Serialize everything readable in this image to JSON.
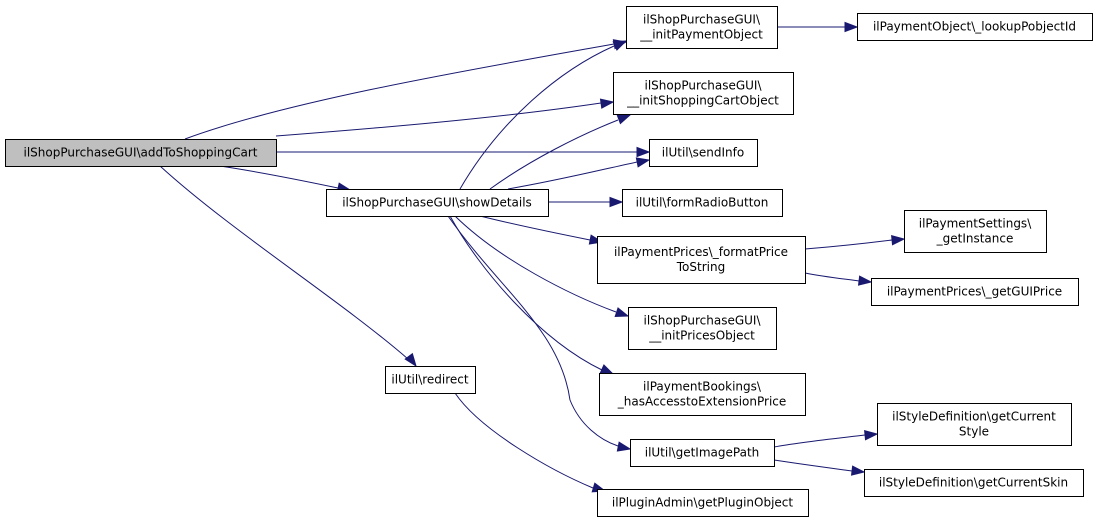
{
  "diagram": {
    "nodes": [
      {
        "id": "n0",
        "lines": [
          "ilShopPurchaseGUI\\addToShoppingCart"
        ]
      },
      {
        "id": "n1",
        "lines": [
          "ilShopPurchaseGUI\\",
          "__initPaymentObject"
        ]
      },
      {
        "id": "n2",
        "lines": [
          "ilPaymentObject\\_lookupPobjectId"
        ]
      },
      {
        "id": "n3",
        "lines": [
          "ilShopPurchaseGUI\\",
          "__initShoppingCartObject"
        ]
      },
      {
        "id": "n4",
        "lines": [
          "ilUtil\\sendInfo"
        ]
      },
      {
        "id": "n5",
        "lines": [
          "ilShopPurchaseGUI\\showDetails"
        ]
      },
      {
        "id": "n6",
        "lines": [
          "ilUtil\\formRadioButton"
        ]
      },
      {
        "id": "n7",
        "lines": [
          "ilPaymentPrices\\_formatPrice",
          "ToString"
        ]
      },
      {
        "id": "n8",
        "lines": [
          "ilPaymentSettings\\",
          "_getInstance"
        ]
      },
      {
        "id": "n9",
        "lines": [
          "ilPaymentPrices\\_getGUIPrice"
        ]
      },
      {
        "id": "n10",
        "lines": [
          "ilShopPurchaseGUI\\",
          "__initPricesObject"
        ]
      },
      {
        "id": "n11",
        "lines": [
          "ilUtil\\redirect"
        ]
      },
      {
        "id": "n12",
        "lines": [
          "ilPaymentBookings\\",
          "_hasAccesstoExtensionPrice"
        ]
      },
      {
        "id": "n13",
        "lines": [
          "ilStyleDefinition\\getCurrent",
          "Style"
        ]
      },
      {
        "id": "n14",
        "lines": [
          "ilUtil\\getImagePath"
        ]
      },
      {
        "id": "n15",
        "lines": [
          "ilStyleDefinition\\getCurrentSkin"
        ]
      },
      {
        "id": "n16",
        "lines": [
          "ilPluginAdmin\\getPluginObject"
        ]
      }
    ],
    "edges": [
      {
        "from": "n0",
        "to": "n1"
      },
      {
        "from": "n0",
        "to": "n3"
      },
      {
        "from": "n0",
        "to": "n4"
      },
      {
        "from": "n0",
        "to": "n5"
      },
      {
        "from": "n0",
        "to": "n11"
      },
      {
        "from": "n1",
        "to": "n2"
      },
      {
        "from": "n5",
        "to": "n1"
      },
      {
        "from": "n5",
        "to": "n3"
      },
      {
        "from": "n5",
        "to": "n4"
      },
      {
        "from": "n5",
        "to": "n6"
      },
      {
        "from": "n5",
        "to": "n7"
      },
      {
        "from": "n5",
        "to": "n10"
      },
      {
        "from": "n5",
        "to": "n12"
      },
      {
        "from": "n5",
        "to": "n14"
      },
      {
        "from": "n7",
        "to": "n8"
      },
      {
        "from": "n7",
        "to": "n9"
      },
      {
        "from": "n14",
        "to": "n13"
      },
      {
        "from": "n14",
        "to": "n15"
      },
      {
        "from": "n11",
        "to": "n16"
      }
    ],
    "edge_color": "#191970",
    "root_fill": "#bfbfbf"
  }
}
